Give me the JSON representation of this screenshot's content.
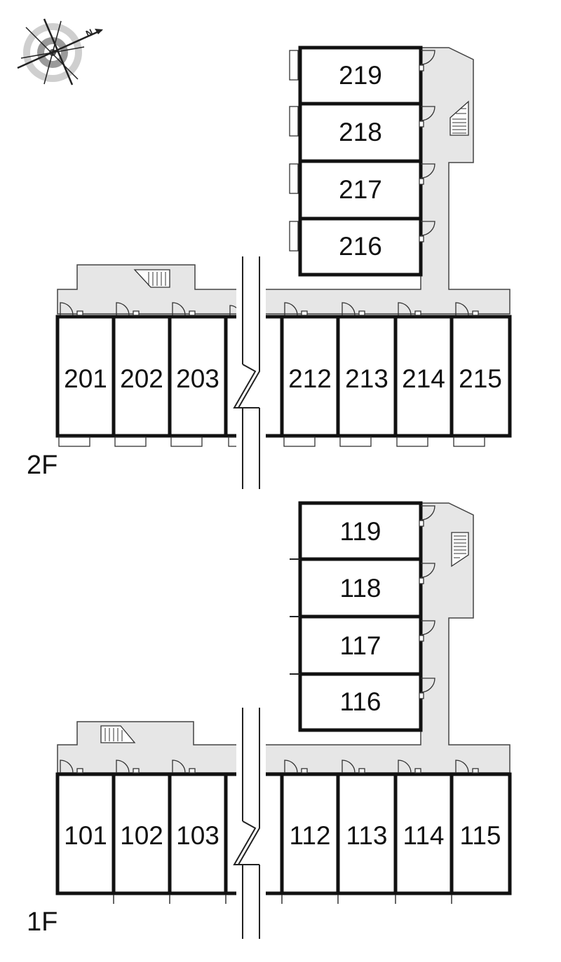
{
  "compass": {
    "icon": "north-compass-icon",
    "letter": "N"
  },
  "floors": [
    {
      "label": "2F",
      "wing_units": [
        "219",
        "218",
        "217",
        "216"
      ],
      "row_units": [
        "201",
        "202",
        "203",
        "",
        "212",
        "213",
        "214",
        "215"
      ]
    },
    {
      "label": "1F",
      "wing_units": [
        "119",
        "118",
        "117",
        "116"
      ],
      "row_units": [
        "101",
        "102",
        "103",
        "",
        "112",
        "113",
        "114",
        "115"
      ]
    }
  ],
  "colors": {
    "corridor": "#e6e6e6",
    "wall": "#111111",
    "background": "#ffffff"
  }
}
